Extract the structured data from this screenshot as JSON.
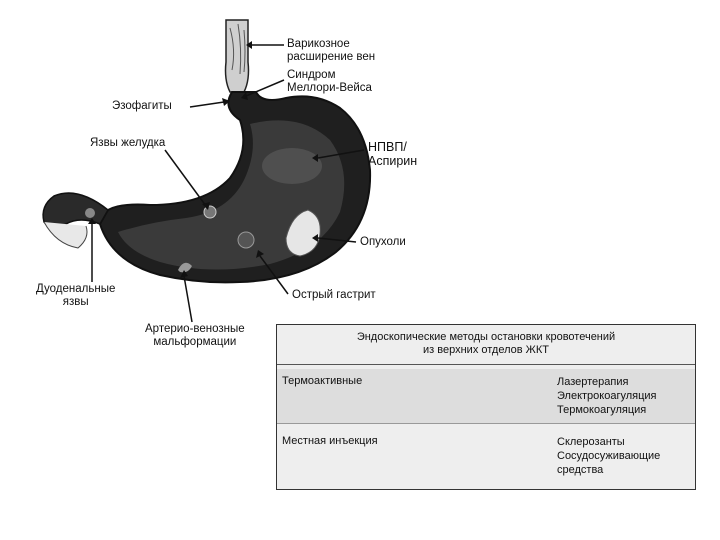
{
  "labels": {
    "varicose": [
      "Варикозное",
      "расширение вен"
    ],
    "mallory": [
      "Синдром",
      "Меллори-Вейса"
    ],
    "esophagitis": "Эзофагиты",
    "gastric_ulcers": "Язвы желудка",
    "nsaid": [
      "НПВП/",
      "Аспирин"
    ],
    "tumors": "Опухоли",
    "duodenal": [
      "Дуоденальные",
      "язвы"
    ],
    "acute_gastritis": "Острый гастрит",
    "avm": [
      "Артерио-венозные",
      "мальформации"
    ]
  },
  "table": {
    "title": [
      "Эндоскопические методы остановки кровотечений",
      "из верхних отделов ЖКТ"
    ],
    "rows": [
      {
        "category": "Термоактивные",
        "methods": [
          "Лазертерапия",
          "Электрокоагуляция",
          "Термокоагуляция"
        ]
      },
      {
        "category": "Местная инъекция",
        "methods": [
          "Склерозанты",
          "Сосудосуживающие",
          "средства"
        ]
      }
    ]
  }
}
